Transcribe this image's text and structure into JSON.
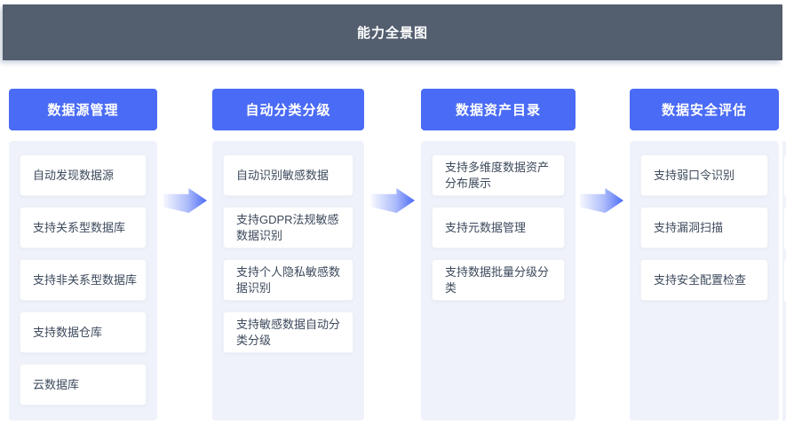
{
  "banner": {
    "title": "能力全景图"
  },
  "colors": {
    "banner_bg": "#535E6F",
    "accent_blue": "#4A6BF5",
    "column_bg": "#EFF2FA",
    "card_bg": "#FFFFFF",
    "card_text": "#3D4A5C"
  },
  "columns": [
    {
      "title": "数据源管理",
      "items": [
        "自动发现数据源",
        "支持关系型数据库",
        "支持非关系型数据库",
        "支持数据仓库",
        "云数据库"
      ]
    },
    {
      "title": "自动分类分级",
      "items": [
        "自动识别敏感数据",
        "支持GDPR法规敏感数据识别",
        "支持个人隐私敏感数据识别",
        "支持敏感数据自动分类分级"
      ]
    },
    {
      "title": "数据资产目录",
      "items": [
        "支持多维度数据资产分布展示",
        "支持元数据管理",
        "支持数据批量分级分类"
      ]
    },
    {
      "title": "数据安全评估",
      "items": [
        "支持弱口令识别",
        "支持漏洞扫描",
        "支持安全配置检查"
      ]
    }
  ]
}
